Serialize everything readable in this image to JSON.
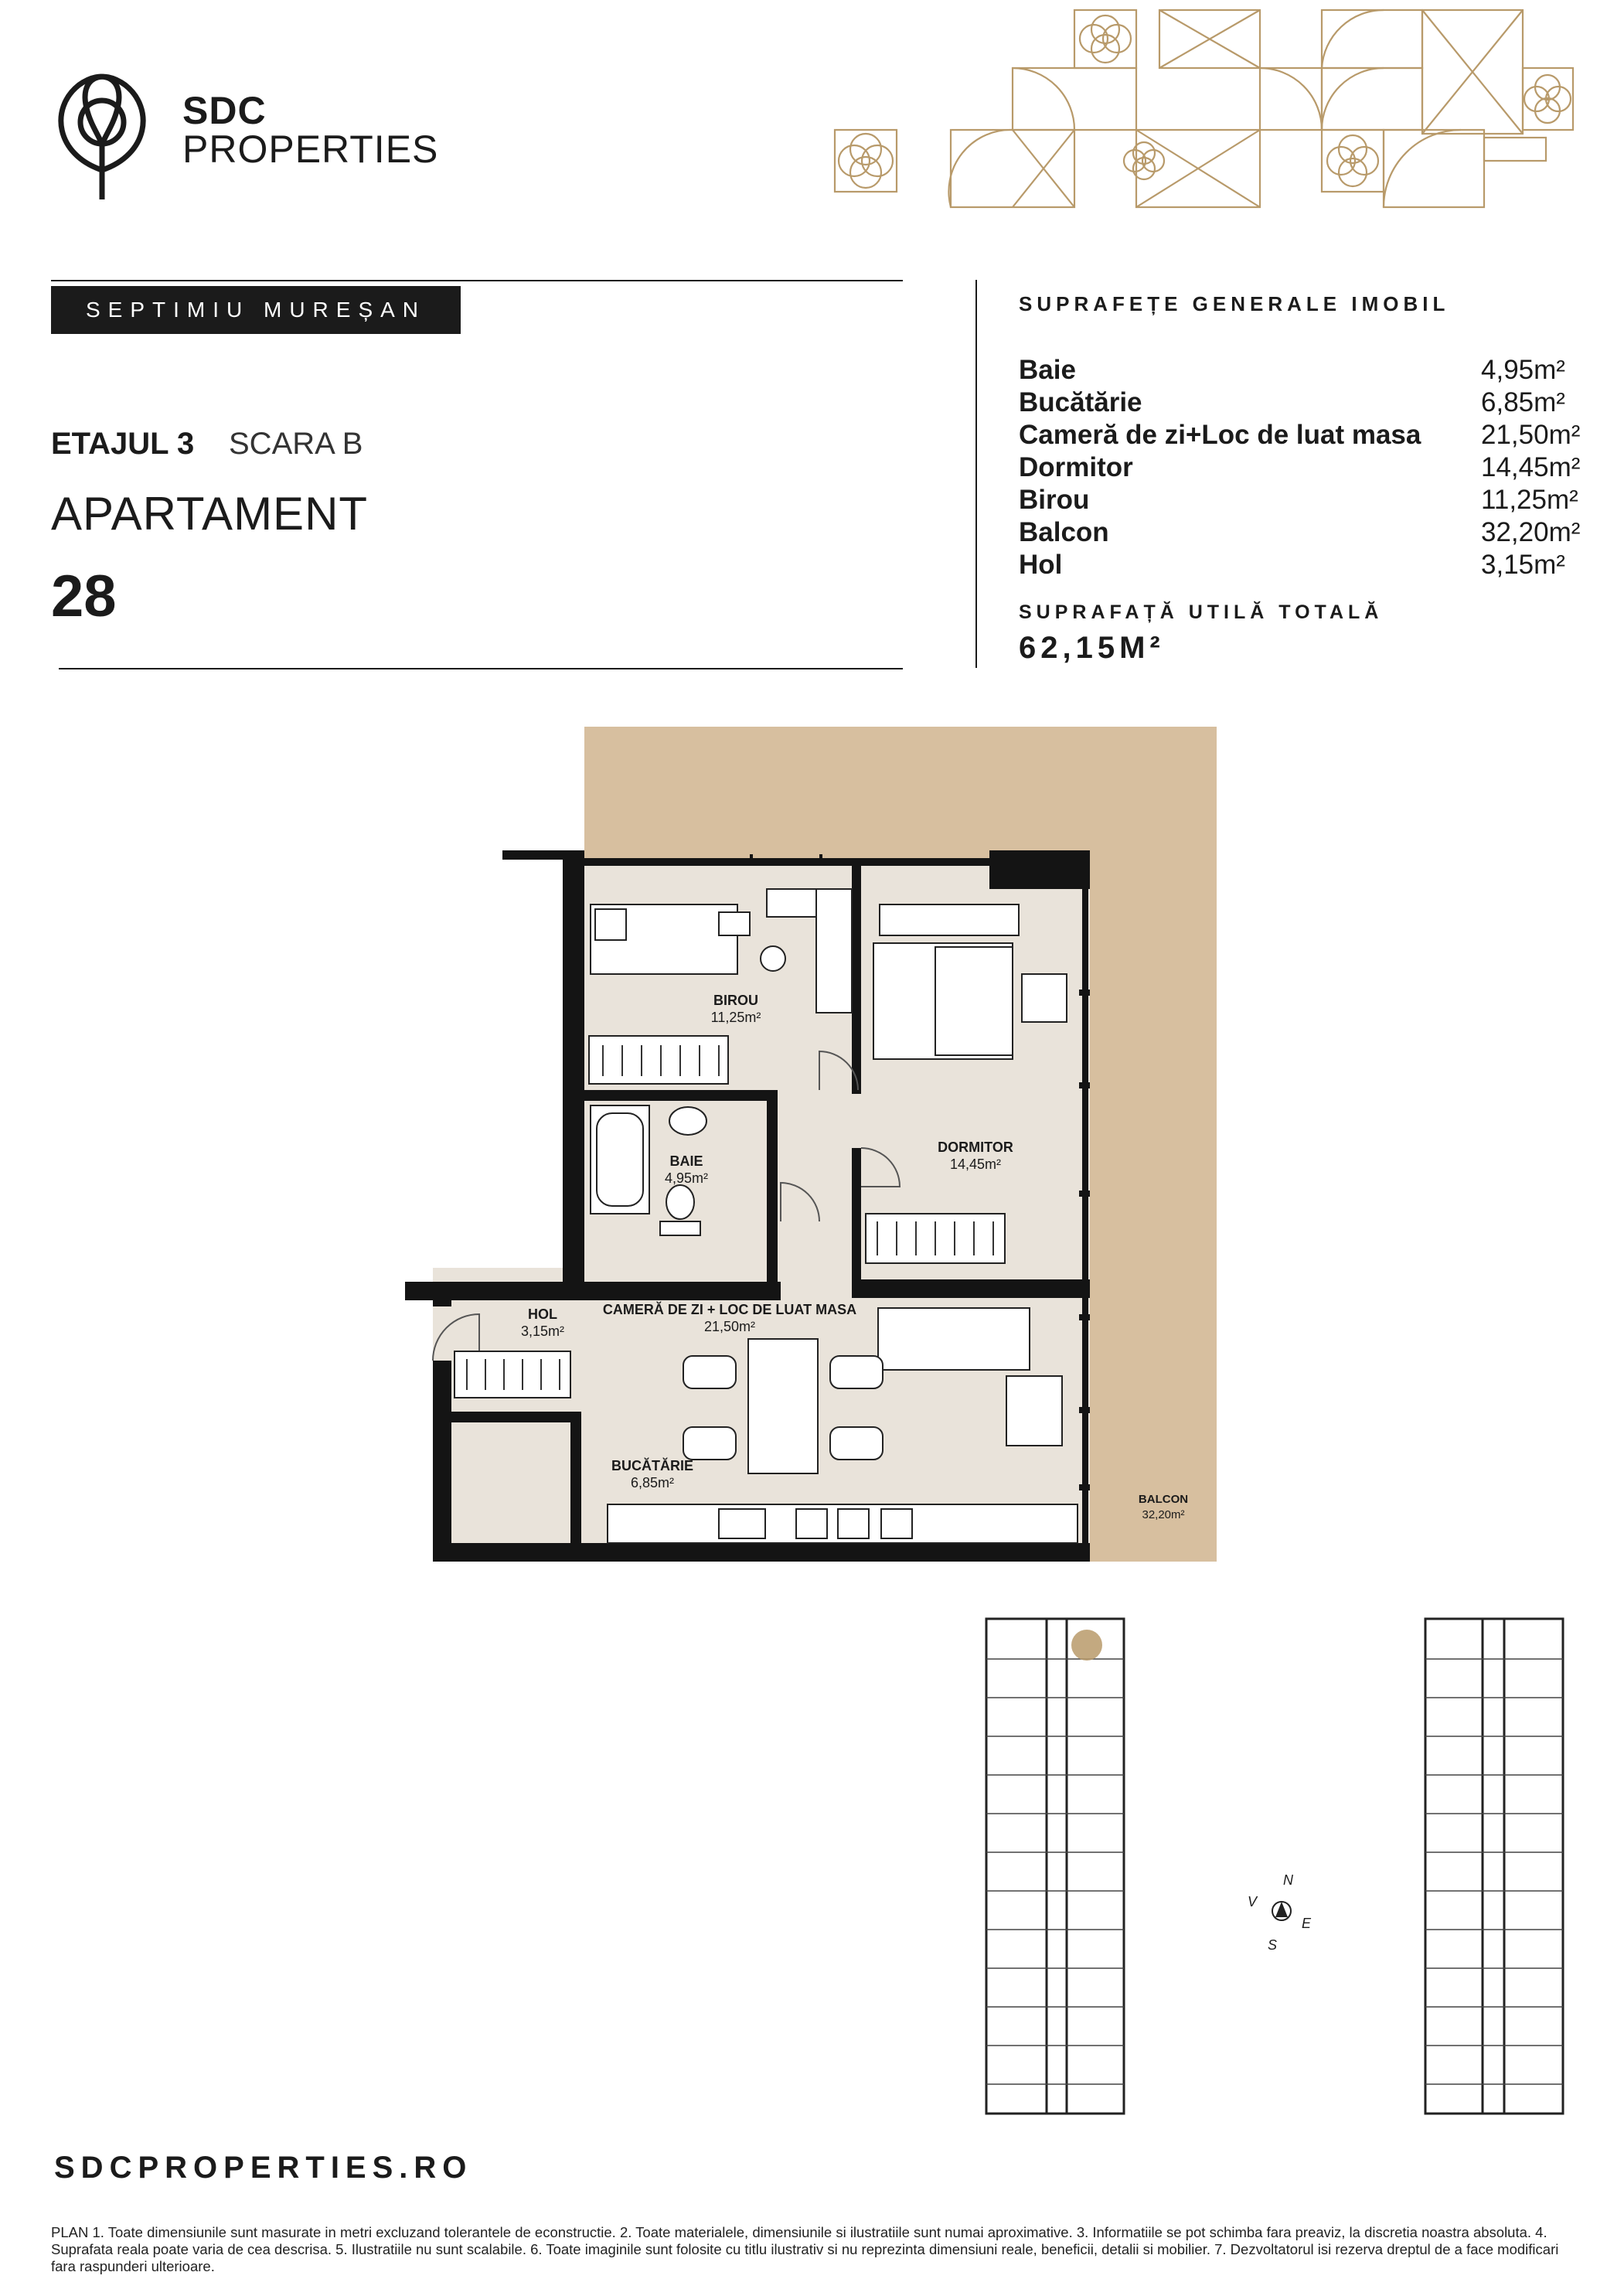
{
  "brand": {
    "line1": "SDC",
    "line2": "PROPERTIES"
  },
  "project_badge": "SEPTIMIU MUREȘAN",
  "floor": {
    "etaj": "ETAJUL 3",
    "scara": "SCARA B"
  },
  "apartment": {
    "label": "APARTAMENT",
    "number": "28"
  },
  "areas": {
    "title": "SUPRAFEȚE GENERALE IMOBIL",
    "rows": [
      {
        "name": "Baie",
        "value": "4,95m²"
      },
      {
        "name": "Bucătărie",
        "value": "6,85m²"
      },
      {
        "name": "Cameră de zi+Loc de luat masa",
        "value": "21,50m²"
      },
      {
        "name": "Dormitor",
        "value": "14,45m²"
      },
      {
        "name": "Birou",
        "value": "11,25m²"
      },
      {
        "name": "Balcon",
        "value": "32,20m²"
      },
      {
        "name": "Hol",
        "value": "3,15m²"
      }
    ],
    "total_title": "SUPRAFAȚĂ UTILĂ TOTALĂ",
    "total_value": "62,15M²"
  },
  "plan_labels": {
    "birou": {
      "name": "BIROU",
      "area": "11,25m²"
    },
    "baie": {
      "name": "BAIE",
      "area": "4,95m²"
    },
    "dormitor": {
      "name": "DORMITOR",
      "area": "14,45m²"
    },
    "living": {
      "name": "CAMERĂ DE ZI + LOC DE LUAT MASA",
      "area": "21,50m²"
    },
    "hol": {
      "name": "HOL",
      "area": "3,15m²"
    },
    "bucatarie": {
      "name": "BUCĂTĂRIE",
      "area": "6,85m²"
    },
    "balcon": {
      "name": "BALCON",
      "area": "32,20m²"
    }
  },
  "compass": {
    "n": "N",
    "e": "E",
    "s": "S",
    "v": "V"
  },
  "colors": {
    "accent_gold": "#b89a6a",
    "balcony": "#d7bf9f",
    "floor": "#e9e3da",
    "wall": "#141414"
  },
  "footer": {
    "website": "SDCPROPERTIES.RO",
    "legal": "PLAN 1. Toate dimensiunile sunt masurate in metri excluzand tolerantele de econstructie. 2. Toate materialele, dimensiunile si ilustratiile sunt numai aproximative. 3. Informatiile se pot schimba fara preaviz, la discretia noastra absoluta. 4. Suprafata reala poate varia de cea descrisa. 5. Ilustratiile nu sunt scalabile. 6. Toate imaginile sunt folosite cu titlu ilustrativ si nu reprezinta dimensiuni reale, beneficii, detalii si mobilier. 7. Dezvoltatorul isi rezerva dreptul de a face modificari fara raspunderi ulterioare."
  }
}
